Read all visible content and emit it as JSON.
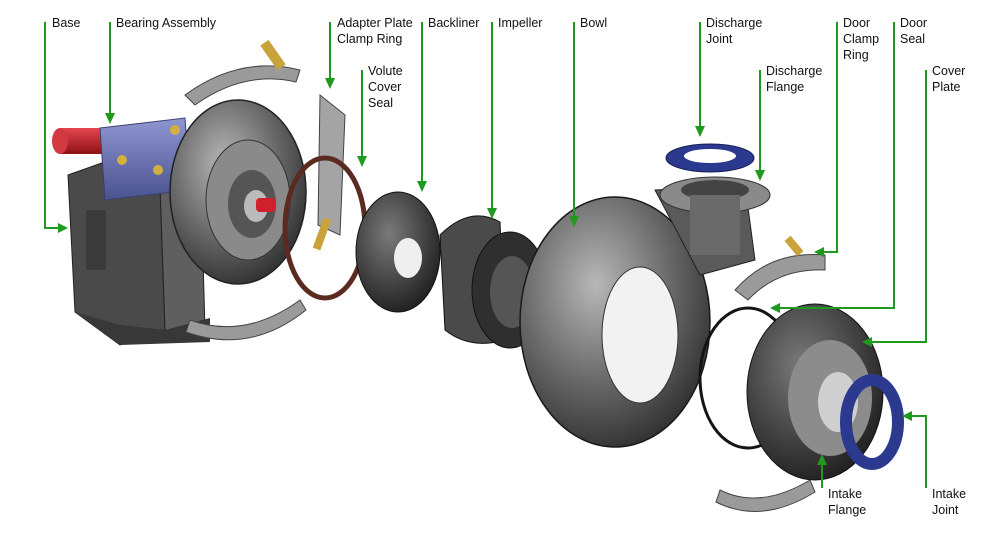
{
  "labels": {
    "base": "Base",
    "bearing_assembly": "Bearing Assembly",
    "adapter_plate_clamp_ring": [
      "Adapter Plate",
      "Clamp Ring"
    ],
    "volute_cover_seal": [
      "Volute",
      "Cover",
      "Seal"
    ],
    "backliner": "Backliner",
    "impeller": "Impeller",
    "bowl": "Bowl",
    "discharge_joint": [
      "Discharge",
      "Joint"
    ],
    "discharge_flange": [
      "Discharge",
      "Flange"
    ],
    "door_clamp_ring": [
      "Door",
      "Clamp",
      "Ring"
    ],
    "door_seal": [
      "Door",
      "Seal"
    ],
    "cover_plate": [
      "Cover",
      "Plate"
    ],
    "intake_flange": [
      "Intake",
      "Flange"
    ],
    "intake_joint": [
      "Intake",
      "Joint"
    ]
  },
  "colors": {
    "leader": "#1f9a1f",
    "metal_dark": "#3a3a3a",
    "metal_mid": "#6e6e6e",
    "metal_light": "#a9a9a9",
    "bearing_blue": "#6f77b8",
    "shaft_red": "#c8202a",
    "seal_blue": "#2b3a8f",
    "seal_brown": "#5b2b1f",
    "bolt_gold": "#c9a23a"
  }
}
